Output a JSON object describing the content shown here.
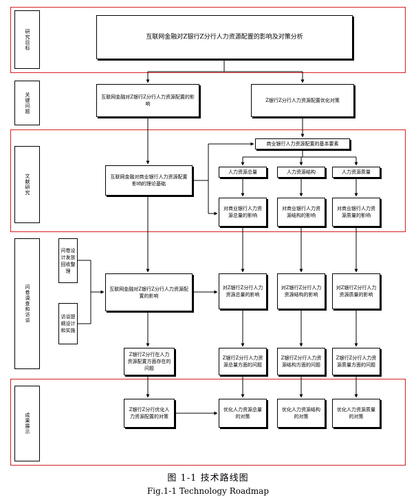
{
  "labels": {
    "goal": "研究目标",
    "key": "关键问题",
    "lit": "文献研究",
    "survey": "问卷调查和访谈",
    "result": "成果展示"
  },
  "goal_box": "互联网金融对Z银行Z分行人力资源配置的影响及对策分析",
  "key": {
    "left": "互联网金融对Z银行Z分行人力资源配置的影响",
    "right": "Z银行Z分行人力资源配置优化对策"
  },
  "lit": {
    "theory": "互联网金融对商业银行人力资源配置影响的理论基础",
    "elements": "商业银行人力资源配置的基本要素",
    "el_total": "人力资源总量",
    "el_struct": "人力资源结构",
    "el_quality": "人力资源质量",
    "imp_total": "对商业银行人力资源总量的影响",
    "imp_struct": "对商业银行人力资源结构的影响",
    "imp_quality": "对商业银行人力资源质量的影响"
  },
  "survey": {
    "questionnaire": "问卷设计发放回收整理",
    "interview": "访谈提纲设计和实施",
    "center": "互联网金融对Z银行Z分行人力资源配置的影响",
    "imp_total": "对Z银行Z分行人力资源总量的影响",
    "imp_struct": "对Z银行Z分行人力资源结构的影响",
    "imp_quality": "对Z银行Z分行人力资源质量的影响",
    "prob_main": "Z银行Z分行在人力资源配置方面存在的问题",
    "prob_total": "Z银行Z分行人力资源总量方面的问题",
    "prob_struct": "Z银行Z分行人力资源结构方面的问题",
    "prob_quality": "Z银行Z分行人力资源质量方面的问题"
  },
  "result": {
    "main": "Z银行Z分行优化人力资源配置的对策",
    "total": "优化人力资源总量的对策",
    "struct": "优化人力资源结构的对策",
    "quality": "优化人力资源质量的对策"
  },
  "caption": {
    "cn": "图 1-1 技术路线图",
    "en": "Fig.1-1 Technology Roadmap"
  },
  "colors": {
    "frame": "#d62020",
    "line": "#000000"
  }
}
